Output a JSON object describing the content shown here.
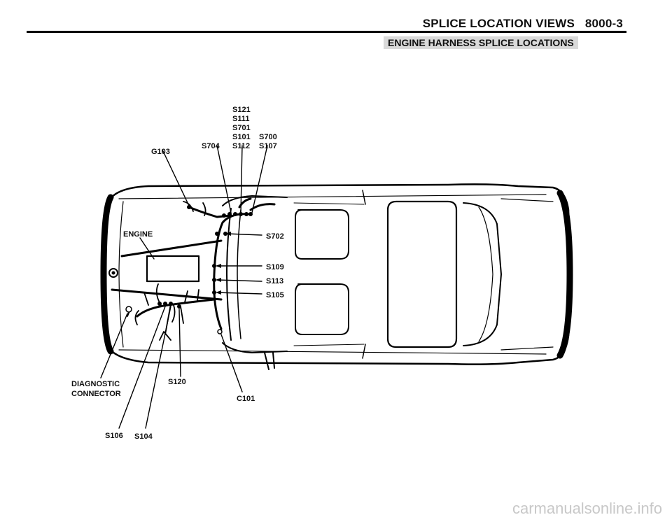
{
  "header": {
    "title": "SPLICE LOCATION VIEWS",
    "page_number": "8000-3",
    "section_title": "ENGINE HARNESS SPLICE LOCATIONS"
  },
  "diagram": {
    "labels": {
      "s121": "S121",
      "s111": "S111",
      "s701": "S701",
      "s101": "S101",
      "s112": "S112",
      "s700": "S700",
      "s107": "S107",
      "s704": "S704",
      "g103": "G103",
      "engine": "ENGINE",
      "s702": "S702",
      "s109": "S109",
      "s113": "S113",
      "s105": "S105",
      "diagnostic_line1": "DIAGNOSTIC",
      "diagnostic_line2": "CONNECTOR",
      "s120": "S120",
      "c101": "C101",
      "s106": "S106",
      "s104": "S104"
    }
  },
  "watermark": "carmanualsonline.info"
}
